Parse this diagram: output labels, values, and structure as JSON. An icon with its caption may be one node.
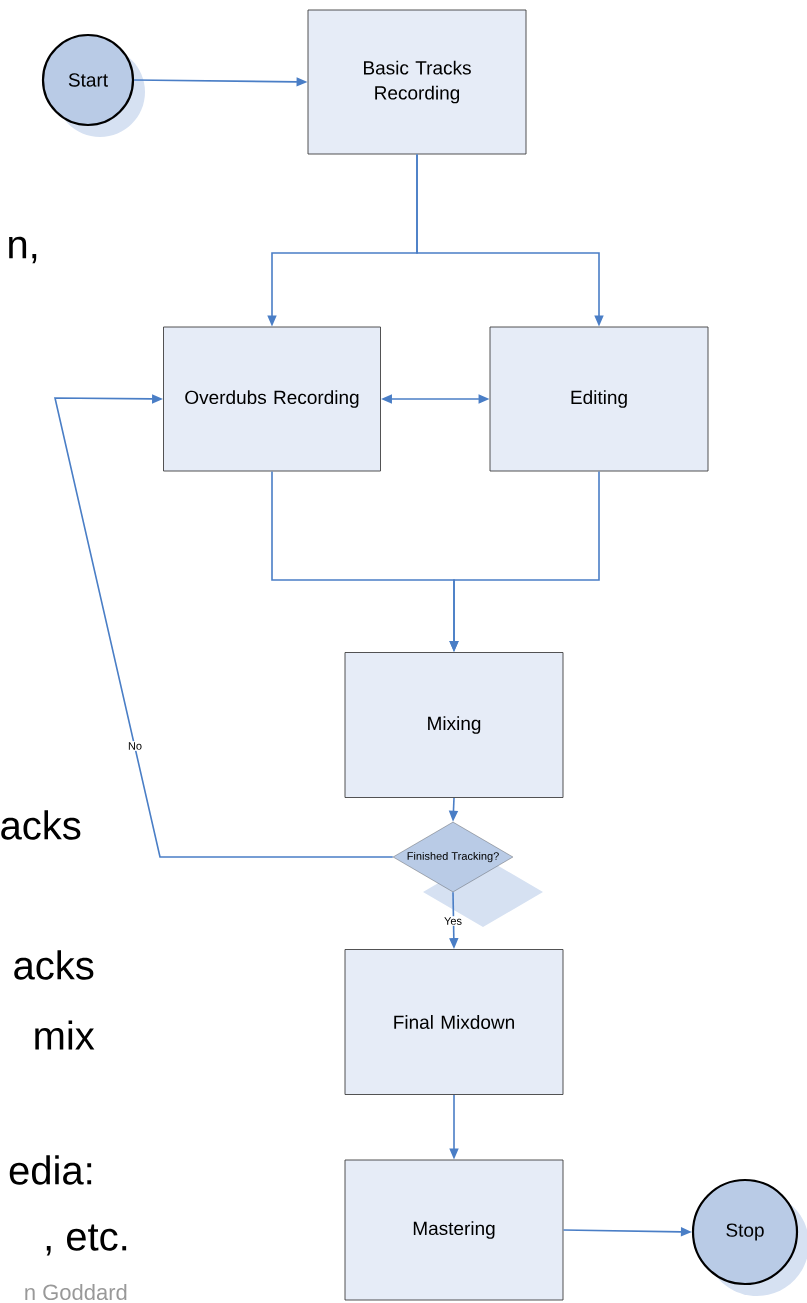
{
  "diagram": {
    "nodes": [
      {
        "text": [
          "Start"
        ]
      },
      {
        "text": [
          "Basic Tracks Recording"
        ]
      },
      {
        "text": [
          "Overdubs Recording"
        ]
      },
      {
        "text": [
          "Editing"
        ]
      },
      {
        "text": [
          "Mixing"
        ]
      },
      {
        "text": [
          "Finished Tracking?"
        ]
      },
      {
        "text": [
          "Final Mixdown"
        ]
      },
      {
        "text": [
          "Mastering"
        ]
      },
      {
        "text": [
          "Stop"
        ]
      }
    ],
    "edges": [
      {
        "from": 0,
        "to": 1,
        "arrow": "to"
      },
      {
        "from": 1,
        "to": 2,
        "arrow": "to"
      },
      {
        "from": 1,
        "to": 3,
        "arrow": "to"
      },
      {
        "from": 2,
        "to": 3,
        "arrow": "both"
      },
      {
        "from": 2,
        "to": 4,
        "arrow": "to"
      },
      {
        "from": 3,
        "to": 4,
        "arrow": "to"
      },
      {
        "from": 4,
        "to": 5,
        "arrow": "to"
      },
      {
        "from": 5,
        "to": 2,
        "arrow": "to",
        "label": "No"
      },
      {
        "from": 5,
        "to": 6,
        "arrow": "to",
        "label": "Yes"
      },
      {
        "from": 6,
        "to": 7,
        "arrow": "to"
      },
      {
        "from": 7,
        "to": 8,
        "arrow": "to"
      }
    ],
    "labels": [
      "n,",
      "acks",
      "acks",
      "mix",
      "edia:",
      ", etc.",
      "n Goddard"
    ]
  }
}
